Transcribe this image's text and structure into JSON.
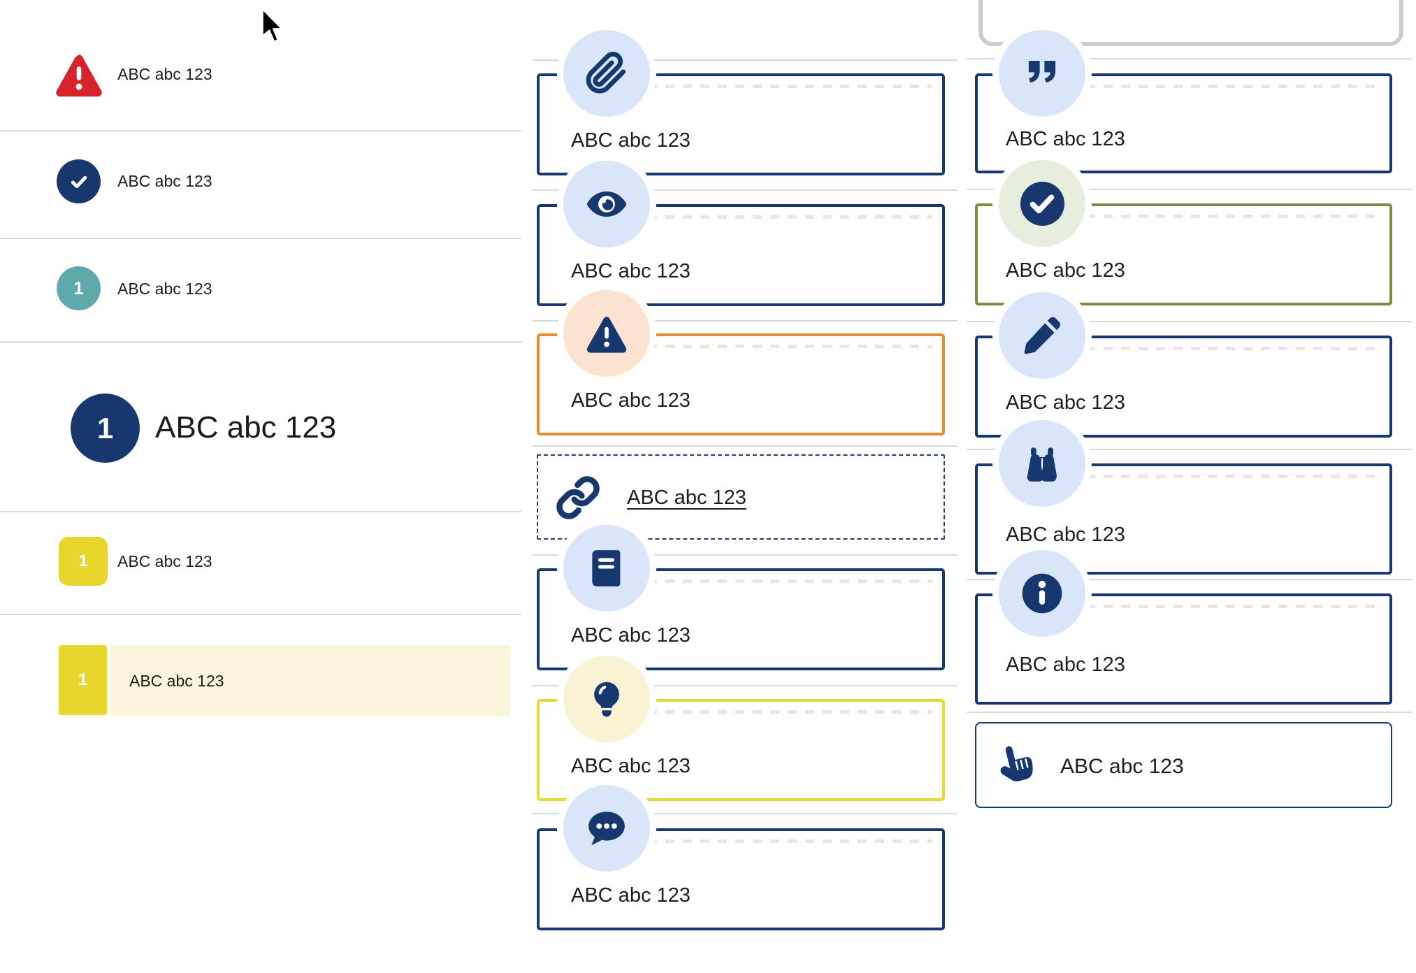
{
  "colors": {
    "navy": "#17386f",
    "red": "#d7242c",
    "teal": "#5fa8ab",
    "yellow_badge": "#e9d62c",
    "cream_highlight": "#faf5dc",
    "orange_border": "#e98a2b",
    "olive_border": "#7d8c42",
    "yellow_border": "#e8d930",
    "light_blue_circle": "#d9e5f8",
    "pale_peach_circle": "#fbe3cf",
    "pale_green_circle": "#e8eedd",
    "pale_yellow_circle": "#faf3d3",
    "divider": "#d9d9d9",
    "text": "#1d1d1d"
  },
  "left_list": {
    "items": [
      {
        "icon": "alert-triangle-icon",
        "label": "ABC abc 123"
      },
      {
        "icon": "check-circle-icon",
        "label": "ABC abc 123"
      },
      {
        "icon": "teal-number-circle",
        "badge": "1",
        "label": "ABC abc 123"
      },
      {
        "icon": "navy-number-circle-large",
        "badge": "1",
        "label": "ABC abc 123"
      },
      {
        "icon": "yellow-rounded-badge",
        "badge": "1",
        "label": "ABC abc 123"
      },
      {
        "icon": "yellow-square-badge",
        "badge": "1",
        "label": "ABC abc 123",
        "highlighted": true
      }
    ]
  },
  "middle_cards": [
    {
      "icon": "paperclip-icon",
      "label": "ABC abc 123",
      "style": "navy"
    },
    {
      "icon": "eye-icon",
      "label": "ABC abc 123",
      "style": "navy"
    },
    {
      "icon": "warning-icon",
      "label": "ABC abc 123",
      "style": "orange"
    },
    {
      "icon": "link-icon",
      "label": "ABC abc 123",
      "style": "dashed-link",
      "underlined": true
    },
    {
      "icon": "book-icon",
      "label": "ABC abc 123",
      "style": "navy"
    },
    {
      "icon": "lightbulb-icon",
      "label": "ABC abc 123",
      "style": "yellow"
    },
    {
      "icon": "speech-bubble-icon",
      "label": "ABC abc 123",
      "style": "navy"
    }
  ],
  "right_cards": [
    {
      "icon": "quote-icon",
      "label": "ABC abc 123",
      "style": "navy"
    },
    {
      "icon": "check-circle-icon",
      "label": "ABC abc 123",
      "style": "olive"
    },
    {
      "icon": "pencil-icon",
      "label": "ABC abc 123",
      "style": "navy"
    },
    {
      "icon": "binoculars-icon",
      "label": "ABC abc 123",
      "style": "navy"
    },
    {
      "icon": "info-icon",
      "label": "ABC abc 123",
      "style": "navy"
    },
    {
      "icon": "hand-pointer-icon",
      "label": "ABC abc 123",
      "style": "navy-slim"
    }
  ]
}
